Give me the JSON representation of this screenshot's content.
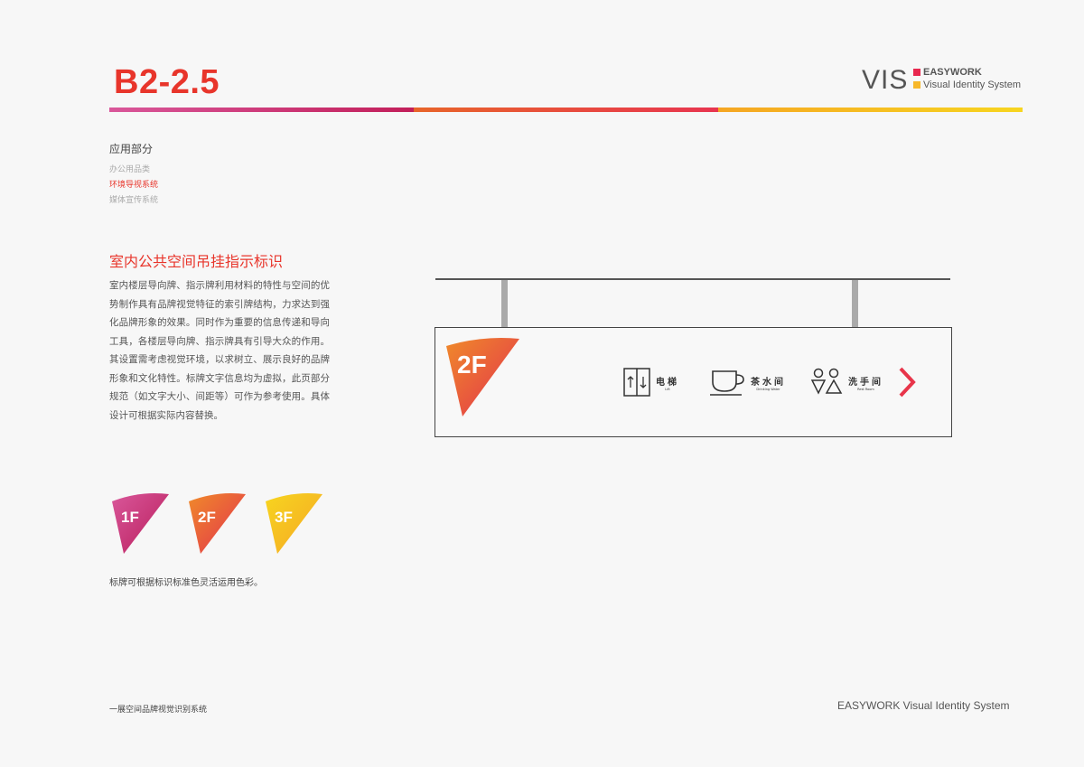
{
  "header": {
    "code": "B2-2.5",
    "vis": "VIS",
    "brand": "EASYWORK",
    "brand_sub": "Visual Identity System",
    "colors": {
      "brand_square": "#e8284f",
      "sub_square": "#f7b82a"
    }
  },
  "gradient_colors": [
    [
      "#d9579a",
      "#c21f5a"
    ],
    [
      "#e8652a",
      "#e83550"
    ],
    [
      "#f5a623",
      "#f7d520"
    ]
  ],
  "sidebar": {
    "section": "应用部分",
    "items": [
      {
        "label": "办公用品类",
        "active": false
      },
      {
        "label": "环境导视系统",
        "active": true
      },
      {
        "label": "媒体宣传系统",
        "active": false
      }
    ]
  },
  "content": {
    "title": "室内公共空间吊挂指示标识",
    "body": "室内楼层导向牌、指示牌利用材料的特性与空间的优势制作具有品牌视觉特征的索引牌结构，力求达到强化品牌形象的效果。同时作为重要的信息传递和导向工具，各楼层导向牌、指示牌具有引导大众的作用。其设置需考虑视觉环境，以求树立、展示良好的品牌形象和文化特性。标牌文字信息均为虚拟，此页部分规范（如文字大小、间距等）可作为参考使用。具体设计可根据实际内容替换。",
    "note": "标牌可根据标识标准色灵活运用色彩。"
  },
  "sign": {
    "floor": "2F",
    "items": [
      {
        "icon": "elevator-icon",
        "cn": "电梯",
        "en": "Lift"
      },
      {
        "icon": "cup-icon",
        "cn": "茶水间",
        "en": "Drinking Water"
      },
      {
        "icon": "restroom-icon",
        "cn": "洗手间",
        "en": "Rest Room"
      }
    ],
    "arrow_color": "#e8354a"
  },
  "flags": [
    {
      "label": "1F",
      "colors": [
        "#d9579a",
        "#b81c5a"
      ]
    },
    {
      "label": "2F",
      "colors": [
        "#f08a2a",
        "#e22f4e"
      ]
    },
    {
      "label": "3F",
      "colors": [
        "#f7d520",
        "#f5a623"
      ]
    }
  ],
  "footer": {
    "left": "一展空间品牌视觉识别系统",
    "right": "EASYWORK Visual Identity System"
  }
}
